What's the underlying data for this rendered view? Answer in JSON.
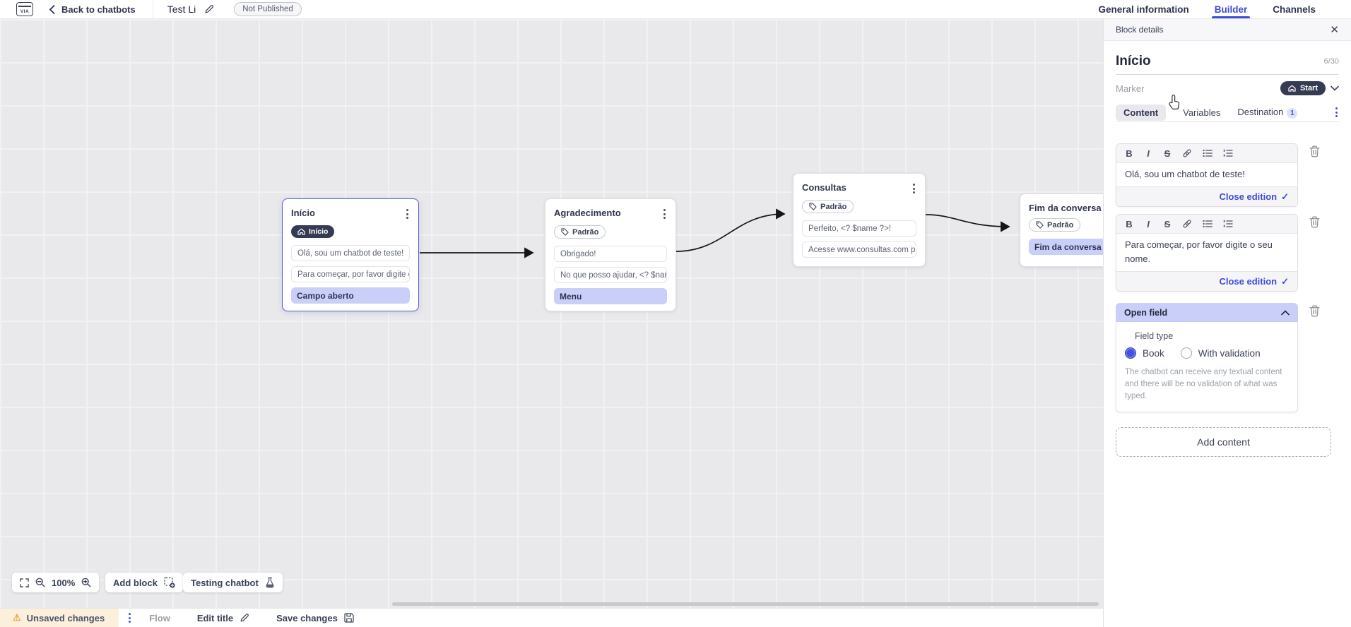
{
  "topbar": {
    "logo_text": "VIA",
    "back_label": "Back to chatbots",
    "title": "Test Li",
    "status_badge": "Not Published",
    "tabs": [
      {
        "label": "General information",
        "active": false
      },
      {
        "label": "Builder",
        "active": true
      },
      {
        "label": "Channels",
        "active": false
      }
    ]
  },
  "canvas": {
    "blocks": [
      {
        "title": "Início",
        "badge": "Início",
        "selected": true,
        "items": [
          {
            "text": "Olá, sou um chatbot de teste!"
          },
          {
            "text": "Para começar, por favor digite o ..."
          },
          {
            "text": "Campo aberto"
          }
        ]
      },
      {
        "title": "Agradecimento",
        "badge": "Padrão",
        "selected": false,
        "items": [
          {
            "text": "Obrigado!"
          },
          {
            "text": "No que posso ajudar, <? $name ..."
          },
          {
            "text": "Menu"
          }
        ]
      },
      {
        "title": "Consultas",
        "badge": "Padrão",
        "selected": false,
        "items": [
          {
            "text": "Perfeito, <? $name ?>!"
          },
          {
            "text": "Acesse www.consultas.com par..."
          }
        ]
      },
      {
        "title": "Fim da conversa",
        "badge": "Padrão",
        "selected": false,
        "items": [
          {
            "text": "Fim da conversa"
          }
        ]
      }
    ],
    "toolbar": {
      "zoom_level": "100%",
      "add_block": "Add block",
      "testing": "Testing chatbot"
    }
  },
  "statusbar": {
    "unsaved": "Unsaved changes",
    "flow": "Flow",
    "edit_title": "Edit title",
    "save": "Save changes"
  },
  "panel": {
    "header": "Block details",
    "title_value": "Início",
    "counter": "6/30",
    "marker_label": "Marker",
    "marker_value": "Start",
    "tabs": [
      {
        "label": "Content",
        "active": true
      },
      {
        "label": "Variables",
        "active": false
      },
      {
        "label": "Destination",
        "badge": "1",
        "active": false
      }
    ],
    "editors": [
      {
        "text": "Olá, sou um chatbot de teste!",
        "action": "Close edition"
      },
      {
        "text": "Para começar, por favor digite o seu nome.",
        "action": "Close edition"
      }
    ],
    "open_field": {
      "title": "Open field",
      "field_type_label": "Field type",
      "options": [
        {
          "label": "Book",
          "selected": true
        },
        {
          "label": "With validation",
          "selected": false
        }
      ],
      "description": "The chatbot can receive any textual content and there will be no validation of what was typed."
    },
    "add_content_label": "Add content"
  },
  "colors": {
    "accent": "#3e4cd7",
    "dark_pill": "#363b54",
    "lavender": "#c9cff8",
    "warning": "#e8a33e"
  }
}
